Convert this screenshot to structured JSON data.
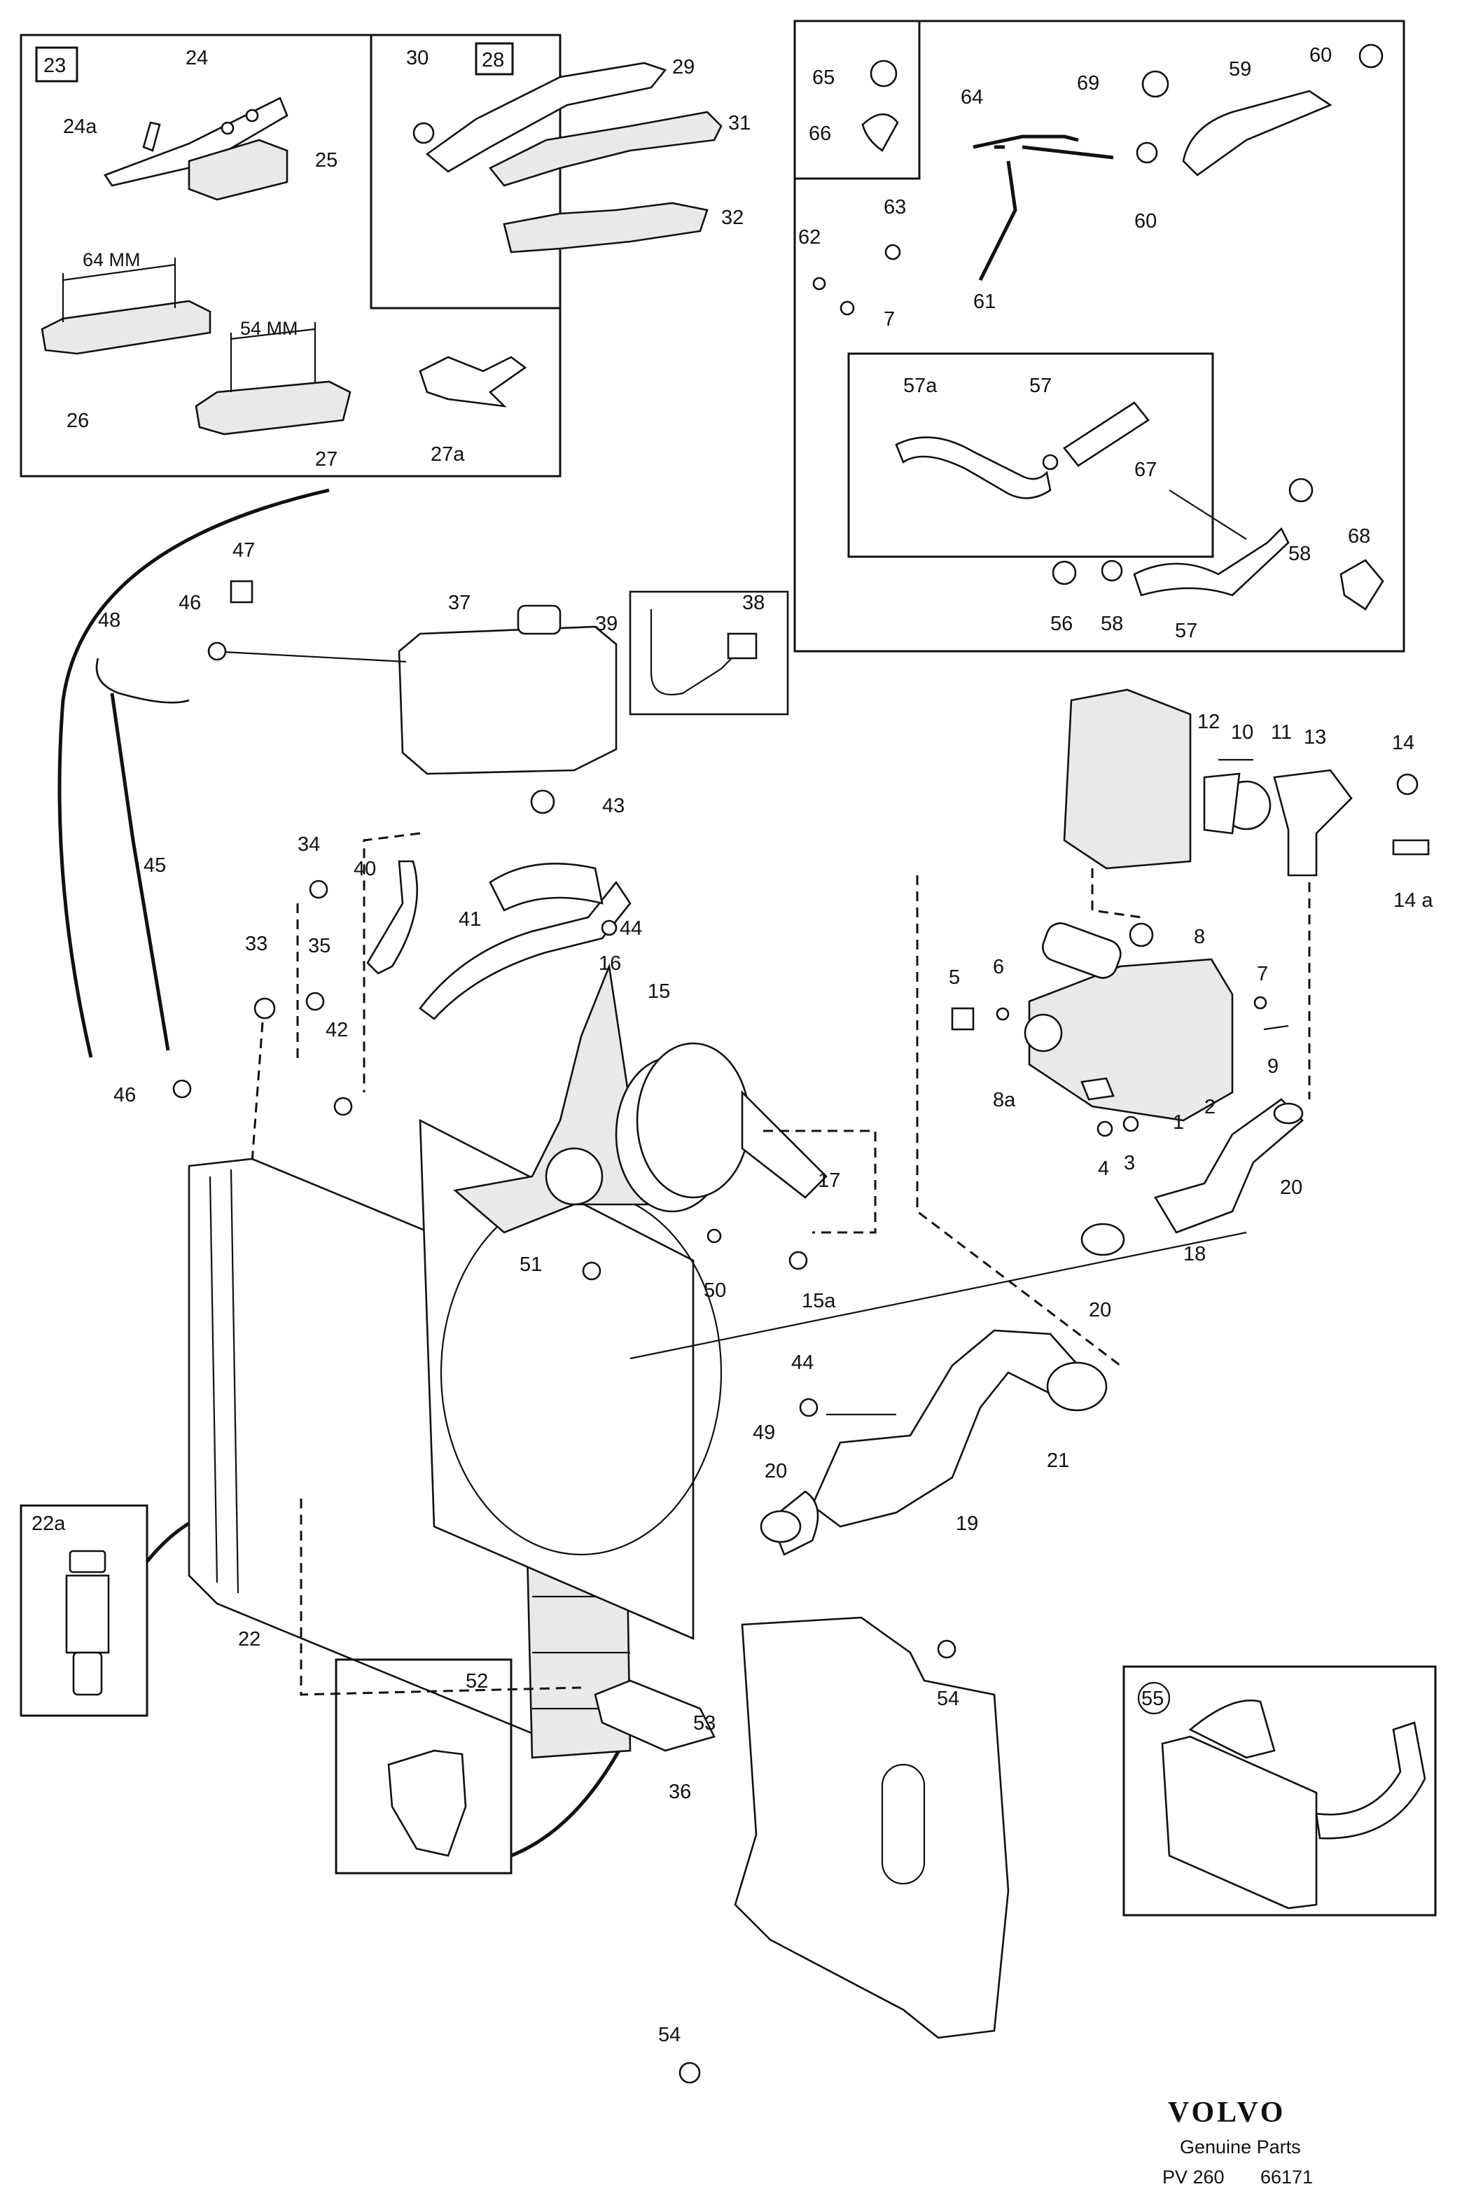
{
  "inset_boxes": {
    "mounts_box": "23",
    "brackets_box": "28",
    "plug_box": "22a",
    "clip_box": "52",
    "variant_box": "55"
  },
  "dimensions": {
    "d64": "64 MM",
    "d54": "54 MM"
  },
  "callouts": {
    "c24": "24",
    "c24a": "24a",
    "c25": "25",
    "c26": "26",
    "c27": "27",
    "c27a": "27a",
    "c30": "30",
    "c29": "29",
    "c31": "31",
    "c32": "32",
    "c65": "65",
    "c66": "66",
    "c64": "64",
    "c69": "69",
    "c59": "59",
    "c60a": "60",
    "c60b": "60",
    "c62": "62",
    "c63": "63",
    "c7a": "7",
    "c61": "61",
    "c57a": "57a",
    "c57a2": "57",
    "c67": "67",
    "c58a": "58",
    "c68": "68",
    "c56": "56",
    "c58b": "58",
    "c57b": "57",
    "c47": "47",
    "c48": "48",
    "c46a": "46",
    "c37": "37",
    "c39": "39",
    "c38": "38",
    "c43": "43",
    "c45": "45",
    "c34": "34",
    "c40": "40",
    "c41": "41",
    "c44a": "44",
    "c33": "33",
    "c35": "35",
    "c42": "42",
    "c16": "16",
    "c15": "15",
    "c46b": "46",
    "c12": "12",
    "c10": "10",
    "c11": "11",
    "c13": "13",
    "c14": "14",
    "c14a": "14 a",
    "c8": "8",
    "c5": "5",
    "c6": "6",
    "c7b": "7",
    "c9": "9",
    "c8a": "8a",
    "c1": "1",
    "c2": "2",
    "c4": "4",
    "c3": "3",
    "c17": "17",
    "c20a": "20",
    "c18": "18",
    "c51": "51",
    "c50": "50",
    "c15a": "15a",
    "c20b": "20",
    "c44b": "44",
    "c49": "49",
    "c21": "21",
    "c20c": "20",
    "c19": "19",
    "c22": "22",
    "c54a": "54",
    "c53": "53",
    "c36": "36",
    "c54b": "54"
  },
  "footer": {
    "brand": "VOLVO",
    "tagline": "Genuine Parts",
    "ref_a": "PV 260",
    "ref_b": "66171"
  }
}
